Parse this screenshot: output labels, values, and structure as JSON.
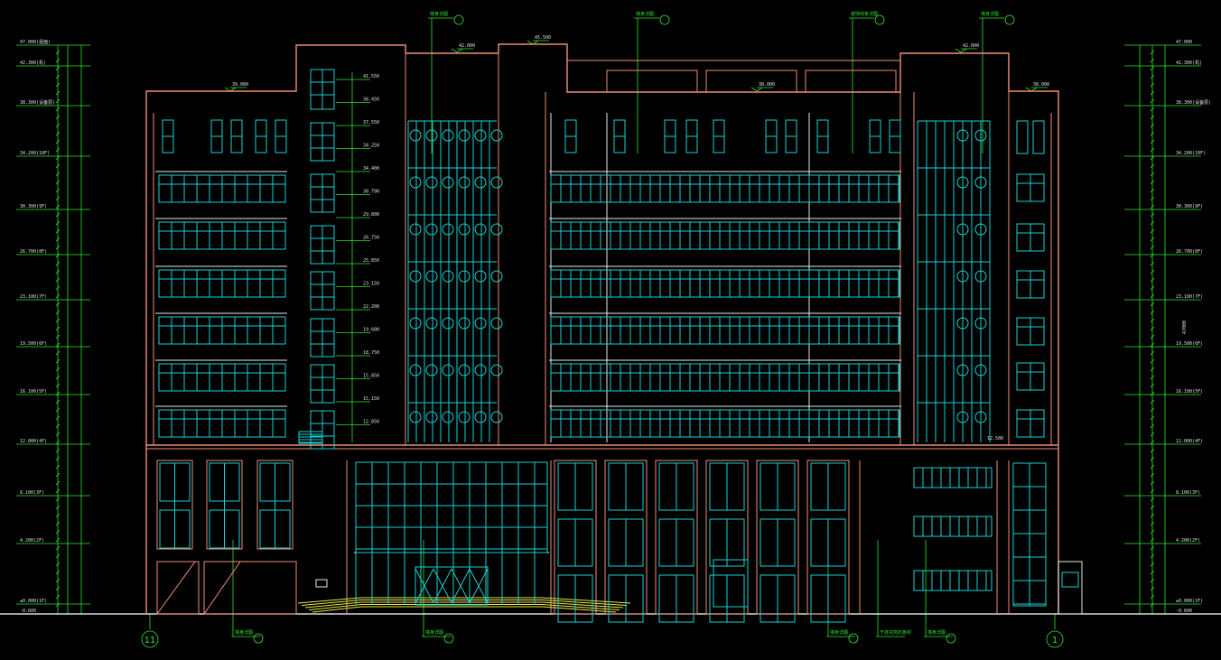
{
  "drawing": {
    "left_levels": [
      "47.000(屋面)",
      "42.300(机)",
      "38.300(设备层)",
      "34.200(10F)",
      "30.300(9F)",
      "26.700(8F)",
      "23.100(7F)",
      "19.500(6F)",
      "16.100(5F)",
      "12.000(4F)",
      "8.100(3F)",
      "4.200(2F)",
      "±0.000(1F)",
      "-0.600"
    ],
    "right_levels": [
      "47.000",
      "42.300(机)",
      "38.300(设备层)",
      "34.200(10F)",
      "30.300(9F)",
      "26.700(8F)",
      "23.100(7F)",
      "19.500(6F)",
      "16.100(5F)",
      "12.000(4F)",
      "8.100(3F)",
      "4.200(2F)",
      "±0.000(1F)",
      "-0.600"
    ],
    "roof_labels": [
      "39.000",
      "42.000",
      "45.500",
      "38.000",
      "42.000",
      "38.000"
    ],
    "stair_levels": [
      "41.550",
      "38.450",
      "37.550",
      "34.250",
      "34.400",
      "30.790",
      "29.800",
      "26.750",
      "25.850",
      "23.150",
      "22.200",
      "19.600",
      "18.750",
      "15.850",
      "15.150",
      "12.850"
    ],
    "step_label": "12.500",
    "top_notes": [
      "墙身详图",
      "墙身详图",
      "装饰线条详图",
      "墙身详图"
    ],
    "bottom_notes": [
      "墙身详图",
      "墙身详图",
      "墙身详图",
      "墙身详图",
      "干挂花岗石板材"
    ],
    "axis_left": "11",
    "axis_right": "1",
    "total_height": "47000",
    "colors": {
      "building": "#f08e78",
      "window": "#19d2d2",
      "dimension": "#2ee62e",
      "ground": "#ffffff",
      "stair": "#e8e84a"
    }
  }
}
